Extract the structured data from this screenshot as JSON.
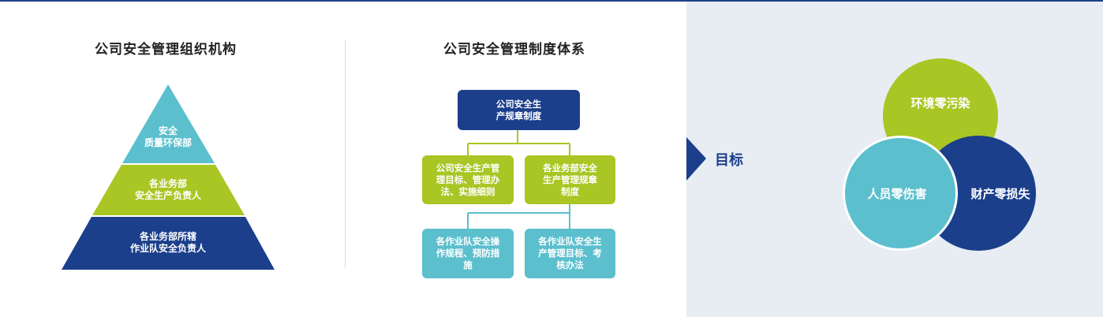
{
  "left_section": {
    "title": "公司安全管理组织机构",
    "tiers": [
      {
        "text": "安全\n质量环保部",
        "color": "#5cbfce"
      },
      {
        "text": "各业务部\n安全生产负责人",
        "color": "#a9c624"
      },
      {
        "text": "各业务部所辖\n作业队安全负责人",
        "color": "#1b3f8b"
      }
    ]
  },
  "middle_section": {
    "title": "公司安全管理制度体系",
    "root": "公司安全生\n产规章制度",
    "level2": [
      "公司安全生产管\n理目标、管理办\n法、实施细则",
      "各业务部安全\n生产管理规章\n制度"
    ],
    "level3": [
      "各作业队安全操\n作规程、预防措\n施",
      "各作业队安全生\n产管理目标、考\n核办法"
    ]
  },
  "goal_section": {
    "label": "目标",
    "circles": [
      {
        "text": "环境零污染",
        "color": "#a9c624"
      },
      {
        "text": "财产零损失",
        "color": "#1b3f8b"
      },
      {
        "text": "人员零伤害",
        "color": "#5cbfce"
      }
    ]
  },
  "colors": {
    "navy": "#1b3f8b",
    "green": "#a9c624",
    "teal": "#5cbfce",
    "panel": "#e8edf4"
  }
}
